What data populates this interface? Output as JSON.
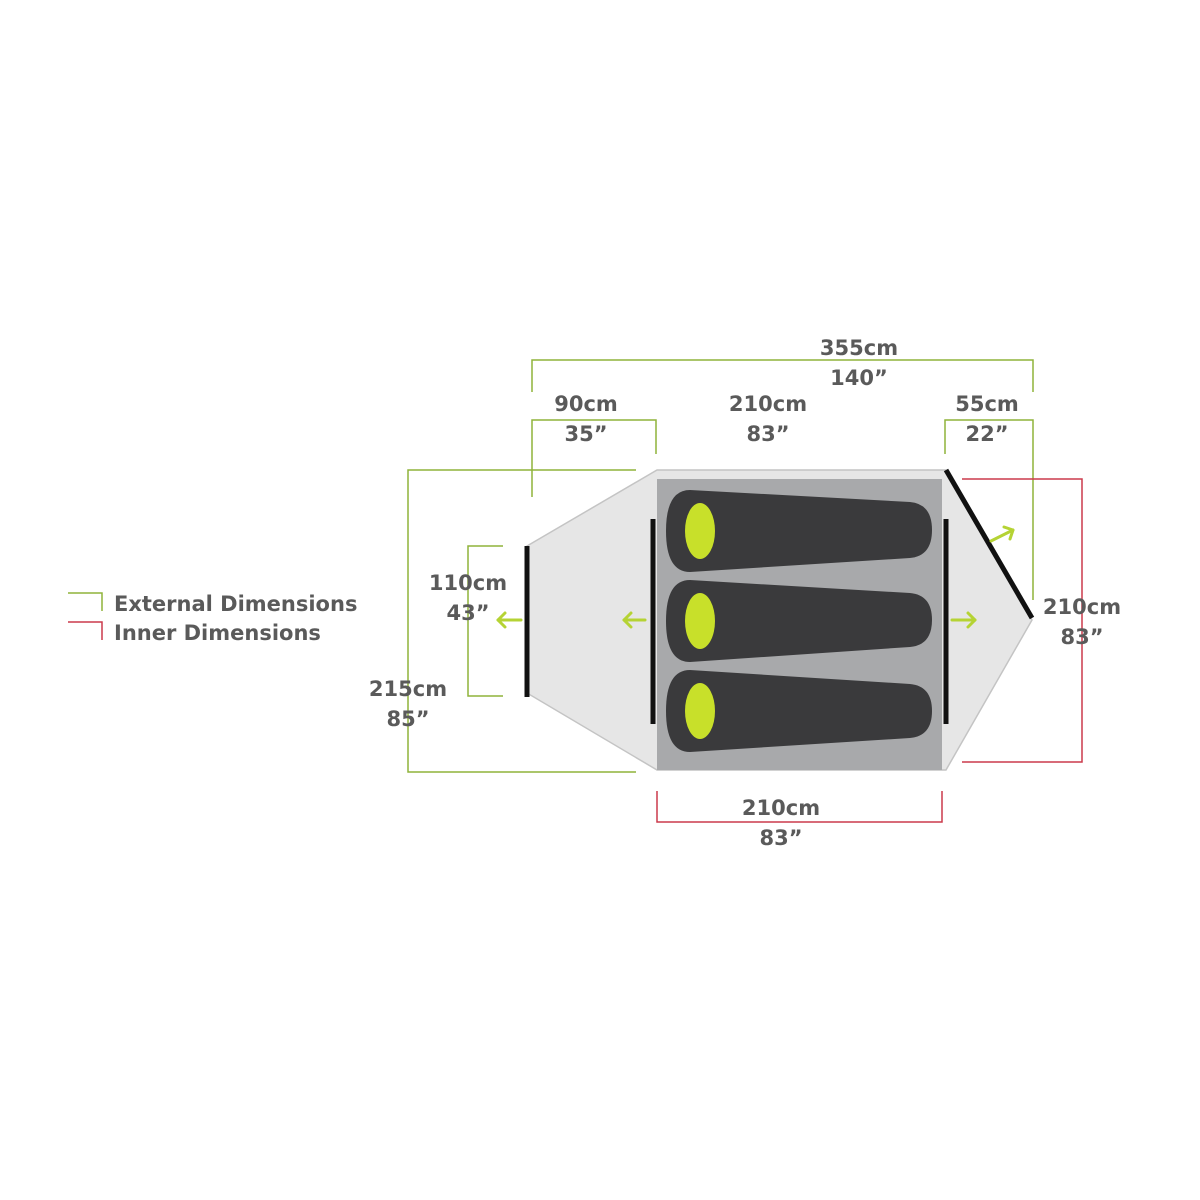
{
  "legend": {
    "external": {
      "label": "External Dimensions",
      "color": "#8fb33a"
    },
    "inner": {
      "label": "Inner Dimensions",
      "color": "#cc3a4c"
    }
  },
  "dimensions": {
    "total_length": {
      "cm": "355cm",
      "in": "140”"
    },
    "front_vestibule": {
      "cm": "90cm",
      "in": "35”"
    },
    "inner_length_top": {
      "cm": "210cm",
      "in": "83”"
    },
    "rear_vestibule": {
      "cm": "55cm",
      "in": "22”"
    },
    "door_width": {
      "cm": "110cm",
      "in": "43”"
    },
    "external_width": {
      "cm": "215cm",
      "in": "85”"
    },
    "inner_width": {
      "cm": "210cm",
      "in": "83”"
    },
    "inner_length_bottom": {
      "cm": "210cm",
      "in": "83”"
    }
  },
  "colors": {
    "tent_floor": "#e6e6e6",
    "inner_tent": "#a8a9ab",
    "sleeping_bag": "#3a3a3c",
    "face": "#c8e02a",
    "arrow": "#b5d334",
    "door": "#111111"
  }
}
